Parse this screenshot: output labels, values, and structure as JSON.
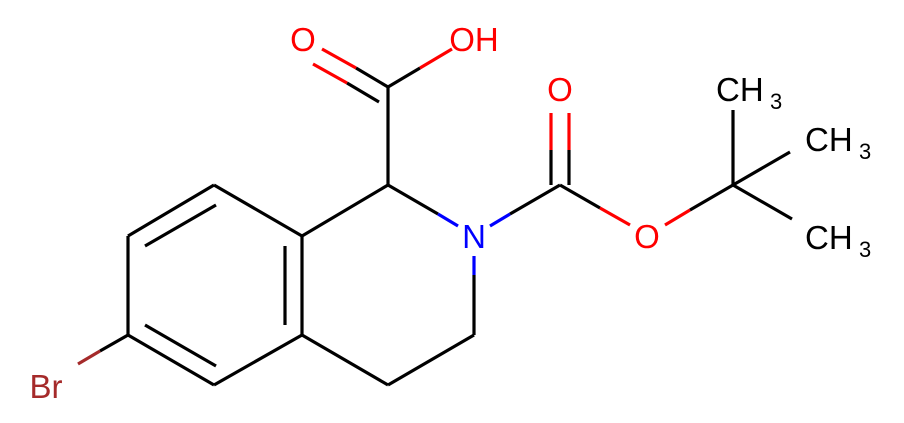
{
  "molecule": {
    "colors": {
      "carbon_bond": "#000000",
      "oxygen": "#ff0000",
      "nitrogen": "#0000ff",
      "bromine": "#a52a2a"
    },
    "labels": {
      "carbonyl_o_acid": "O",
      "hydroxyl": "OH",
      "carbonyl_o_boc": "O",
      "ester_o": "O",
      "nitrogen": "N",
      "bromine": "Br",
      "methyl_top": "CH",
      "methyl_top_sub": "3",
      "methyl_mid": "CH",
      "methyl_mid_sub": "3",
      "methyl_bot": "CH",
      "methyl_bot_sub": "3"
    }
  }
}
